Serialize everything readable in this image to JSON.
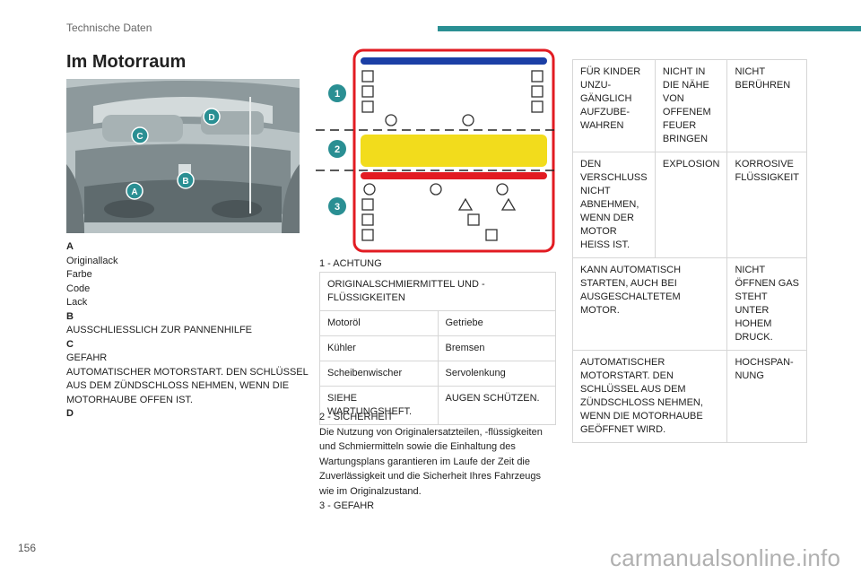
{
  "header": {
    "title": "Technische Daten",
    "accent_color": "#2a8f93"
  },
  "section_title": "Im Motorraum",
  "photo_badges": [
    "A",
    "B",
    "C",
    "D"
  ],
  "left_legend": [
    {
      "key": "A",
      "lines": [
        "Originallack",
        "Farbe",
        "Code",
        "Lack"
      ]
    },
    {
      "key": "B",
      "lines": [
        "AUSSCHLIESSLICH ZUR PANNENHILFE"
      ]
    },
    {
      "key": "C",
      "lines": [
        "GEFAHR",
        "AUTOMATISCHER MOTORSTART. DEN SCHLÜSSEL AUS DEM ZÜNDSCHLOSS NEHMEN, WENN DIE MOTORHAUBE OFFEN IST."
      ]
    },
    {
      "key": "D",
      "lines": []
    }
  ],
  "label_markers": [
    "1",
    "2",
    "3"
  ],
  "label_colors": {
    "frame": "#e21b22",
    "blue": "#1b3fa6",
    "yellow": "#f2dc1c",
    "red": "#e21b22"
  },
  "section1_title": "1 - ACHTUNG",
  "table1": {
    "header": "ORIGINALSCHMIERMITTEL UND -FLÜSSIGKEITEN",
    "rows": [
      [
        "Motoröl",
        "Getriebe"
      ],
      [
        "Kühler",
        "Bremsen"
      ],
      [
        "Scheibenwischer",
        "Servolenkung"
      ],
      [
        "SIEHE WARTUNGSHEFT.",
        "AUGEN SCHÜTZEN."
      ]
    ]
  },
  "section2_title": "2 - SICHERHEIT",
  "section2_text": "Die Nutzung von Originalersatzteilen, -flüssigkeiten und Schmiermitteln sowie die Einhaltung des Wartungsplans garantieren im Laufe der Zeit die Zuverlässigkeit und die Sicherheit Ihres Fahrzeugs wie im Originalzustand.",
  "section3_title": "3 - GEFAHR",
  "table2": {
    "rows": [
      [
        "FÜR KINDER UNZU-GÄNGLICH AUFZUBE-WAHREN",
        "NICHT IN DIE NÄHE VON OFFENEM FEUER BRINGEN",
        "NICHT BERÜHREN"
      ],
      [
        "DEN VERSCHLUSS NICHT ABNEHMEN, WENN DER MOTOR HEISS IST.",
        "EXPLOSION",
        "KORROSIVE FLÜSSIGKEIT"
      ]
    ],
    "wide_rows": [
      [
        "KANN AUTOMATISCH STARTEN, AUCH BEI AUSGESCHALTETEM MOTOR.",
        "NICHT ÖFFNEN GAS STEHT UNTER HOHEM DRUCK."
      ],
      [
        "AUTOMATISCHER MOTORSTART. DEN SCHLÜSSEL AUS DEM ZÜNDSCHLOSS NEHMEN, WENN DIE MOTORHAUBE GEÖFFNET WIRD.",
        "HOCHSPAN-NUNG"
      ]
    ]
  },
  "page_number": "156",
  "watermark": "carmanualsonline.info"
}
